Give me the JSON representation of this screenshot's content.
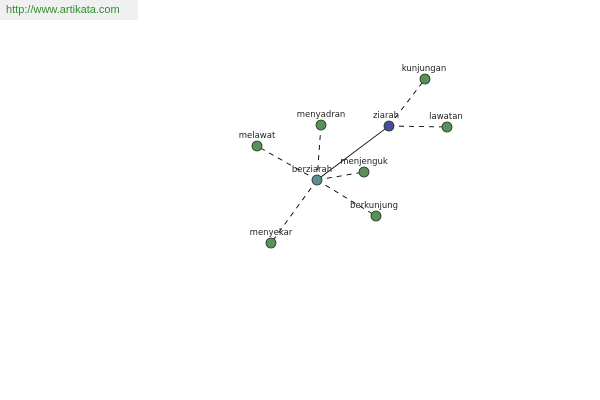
{
  "watermark": {
    "url": "http://www.artikata.com"
  },
  "graph": {
    "colors": {
      "node_fill": "#5b8f5b",
      "node_fill_hub": "#4a4aa0",
      "node_fill_center": "#5b8f8f",
      "node_stroke": "#1f3d1f",
      "edge": "#000000",
      "label": "#222222"
    },
    "nodes": [
      {
        "id": "kunjungan",
        "label": "kunjungan",
        "kind": "leaf"
      },
      {
        "id": "ziarah",
        "label": "ziarah",
        "kind": "hub"
      },
      {
        "id": "lawatan",
        "label": "lawatan",
        "kind": "leaf"
      },
      {
        "id": "menyadran",
        "label": "menyadran",
        "kind": "leaf"
      },
      {
        "id": "melawat",
        "label": "melawat",
        "kind": "leaf"
      },
      {
        "id": "berziarah",
        "label": "berziarah",
        "kind": "center"
      },
      {
        "id": "menjenguk",
        "label": "menjenguk",
        "kind": "leaf"
      },
      {
        "id": "berkunjung",
        "label": "berkunjung",
        "kind": "leaf"
      },
      {
        "id": "menyekar",
        "label": "menyekar",
        "kind": "leaf"
      }
    ],
    "edges": [
      {
        "from": "ziarah",
        "to": "kunjungan",
        "style": "dashed"
      },
      {
        "from": "ziarah",
        "to": "lawatan",
        "style": "dashed"
      },
      {
        "from": "berziarah",
        "to": "ziarah",
        "style": "solid"
      },
      {
        "from": "berziarah",
        "to": "menyadran",
        "style": "dashed"
      },
      {
        "from": "berziarah",
        "to": "melawat",
        "style": "dashed"
      },
      {
        "from": "berziarah",
        "to": "menjenguk",
        "style": "dashed"
      },
      {
        "from": "berziarah",
        "to": "berkunjung",
        "style": "dashed"
      },
      {
        "from": "berziarah",
        "to": "menyekar",
        "style": "dashed"
      }
    ]
  }
}
